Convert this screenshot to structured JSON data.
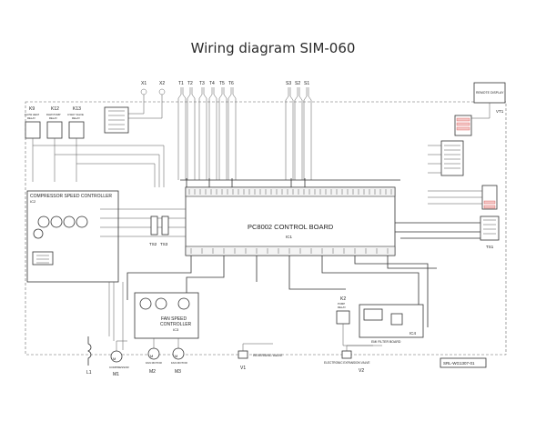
{
  "title": "Wiring diagram SIM-060",
  "board": {
    "name": "PC8002 CONTROL BOARD",
    "ref": "IC1"
  },
  "compressor": {
    "name": "COMPRESSOR SPEED CONTROLLER",
    "ref": "IC2"
  },
  "fan": {
    "line1": "FAN SPEED",
    "line2": "CONTROLLER",
    "ref": "IC3"
  },
  "emi": {
    "name": "EMI FILTER BOARD",
    "ref": "IC4"
  },
  "remote": {
    "name": "REMOTE DISPLAY",
    "ref": "VT1"
  },
  "relays": [
    {
      "ref": "K9",
      "line1": "FLOW HEAT",
      "line2": "RELAY"
    },
    {
      "ref": "K12",
      "line1": "DHW PUMP",
      "line2": "RELAY"
    },
    {
      "ref": "K13",
      "line1": "3-WAY VALVE",
      "line2": "RELAY"
    }
  ],
  "switches": [
    "X1",
    "X2"
  ],
  "sensors_t": [
    "T1",
    "T2",
    "T3",
    "T4",
    "T5",
    "T6"
  ],
  "sensors_s": [
    "S3",
    "S2",
    "S1"
  ],
  "ts": [
    "TS2",
    "TS3"
  ],
  "terminal": "TS1",
  "pump_relay": {
    "ref": "K2",
    "line1": "PUMP",
    "line2": "RELAY"
  },
  "bottom": {
    "l1": "L1",
    "m1": "M1",
    "m1_label": "COMPRESSOR",
    "m2": "M2",
    "m2_label": "FAN MOTOR",
    "m3": "M3",
    "m3_label": "FAN MOTOR",
    "v1": "V1",
    "v1_label": "REVERSING VALVE",
    "v2": "V2",
    "v2_label": "ELECTRONIC EXPANSION VALVE"
  },
  "doc_code": "SRL-WG1307-01",
  "accent_color": "#d9534f"
}
